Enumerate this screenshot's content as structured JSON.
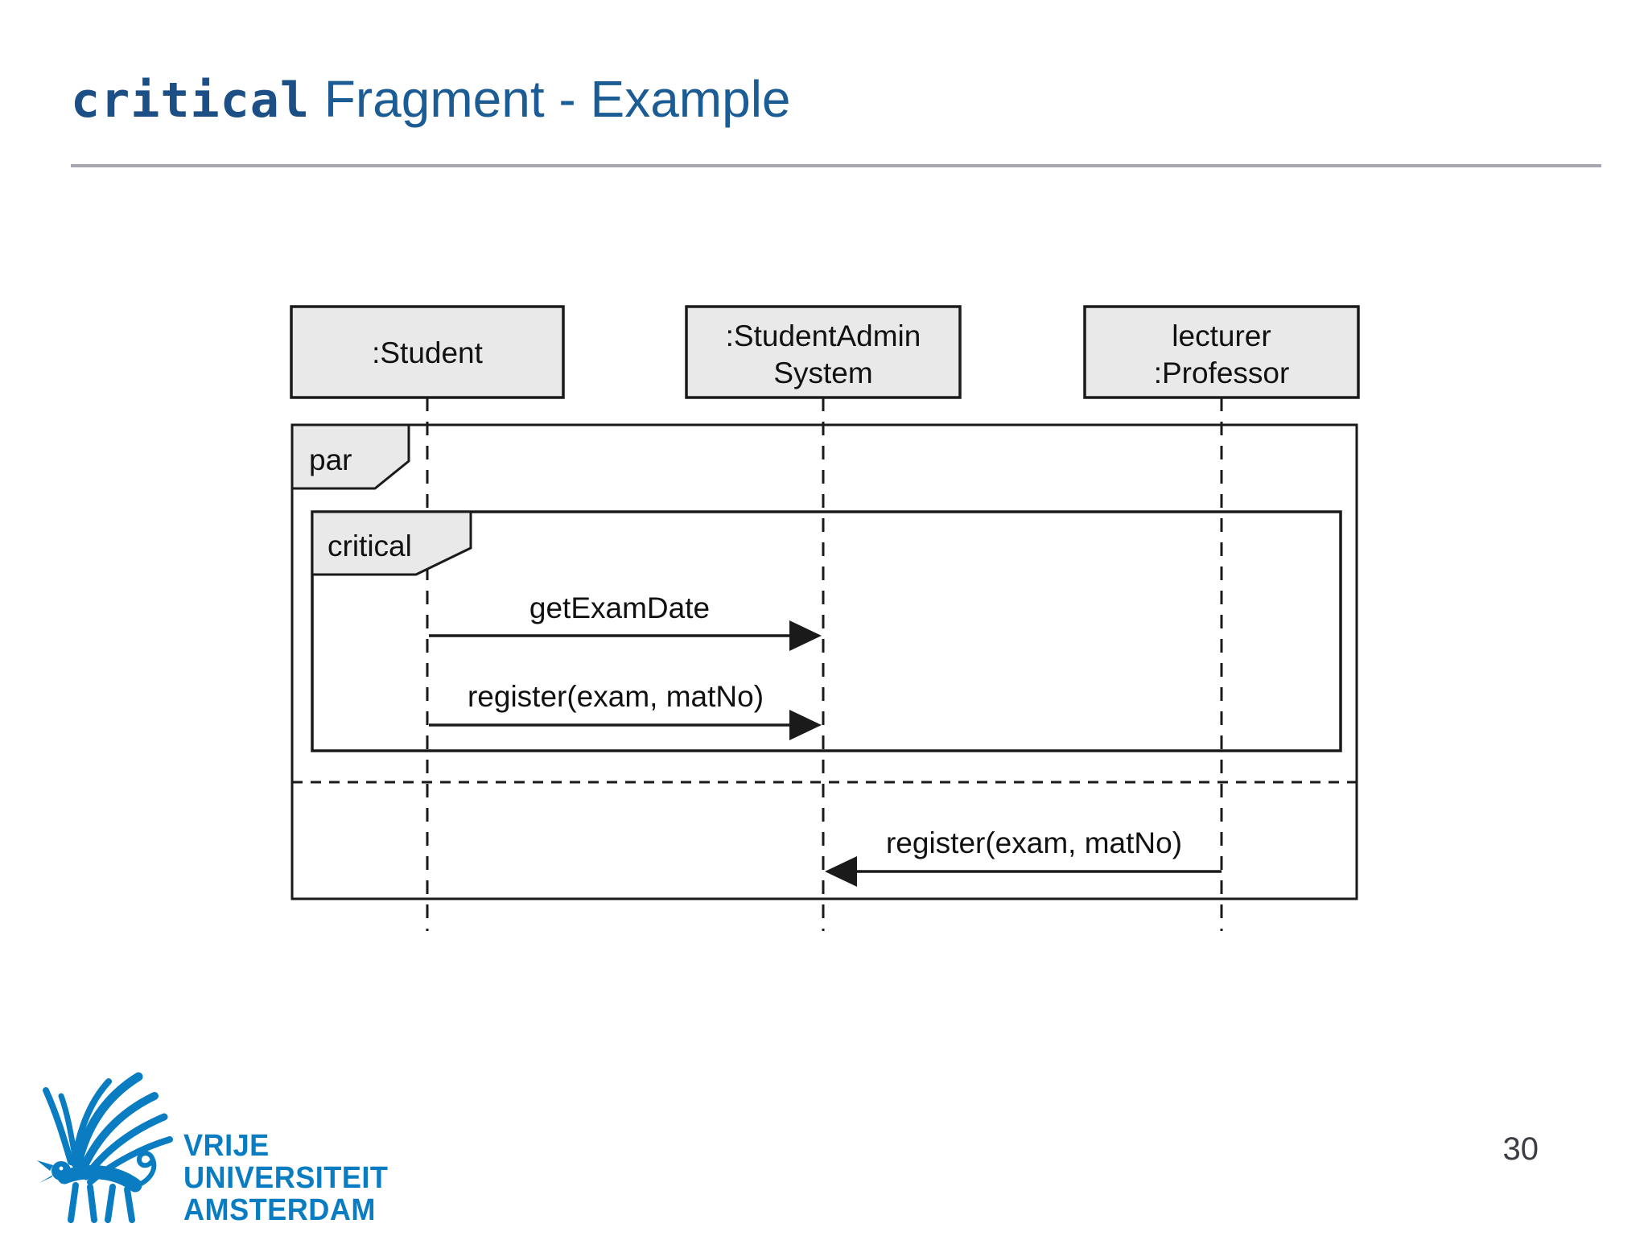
{
  "slide": {
    "title": {
      "code": "critical",
      "rest": " Fragment - Example"
    },
    "page_number": "30"
  },
  "colors": {
    "title_code_blue": "#1b4f85",
    "title_rest_blue": "#1c5c94",
    "rule_gray": "#a6a6ae",
    "box_fill": "#e9e9e9",
    "line_black": "#1a1a1a",
    "vu_blue": "#0a7cc2"
  },
  "diagram": {
    "type": "uml-sequence-diagram",
    "lifelines": [
      {
        "id": "student",
        "label_lines": [
          ":Student"
        ]
      },
      {
        "id": "student-admin-system",
        "label_lines": [
          ":StudentAdmin",
          "System"
        ]
      },
      {
        "id": "professor",
        "label_lines": [
          "lecturer",
          ":Professor"
        ]
      }
    ],
    "fragments": [
      {
        "operator": "par"
      },
      {
        "operator": "critical",
        "nested_in": "par"
      }
    ],
    "messages": [
      {
        "label": "getExamDate",
        "from": ":Student",
        "to": ":StudentAdmin System",
        "direction": "right",
        "fragment": "critical"
      },
      {
        "label": "register(exam, matNo)",
        "from": ":Student",
        "to": ":StudentAdmin System",
        "direction": "right",
        "fragment": "critical"
      },
      {
        "label": "register(exam, matNo)",
        "from": "lecturer :Professor",
        "to": ":StudentAdmin System",
        "direction": "left",
        "fragment": "par-second-operand"
      }
    ]
  },
  "logo": {
    "lines": [
      "VRIJE",
      "UNIVERSITEIT",
      "AMSTERDAM"
    ]
  }
}
